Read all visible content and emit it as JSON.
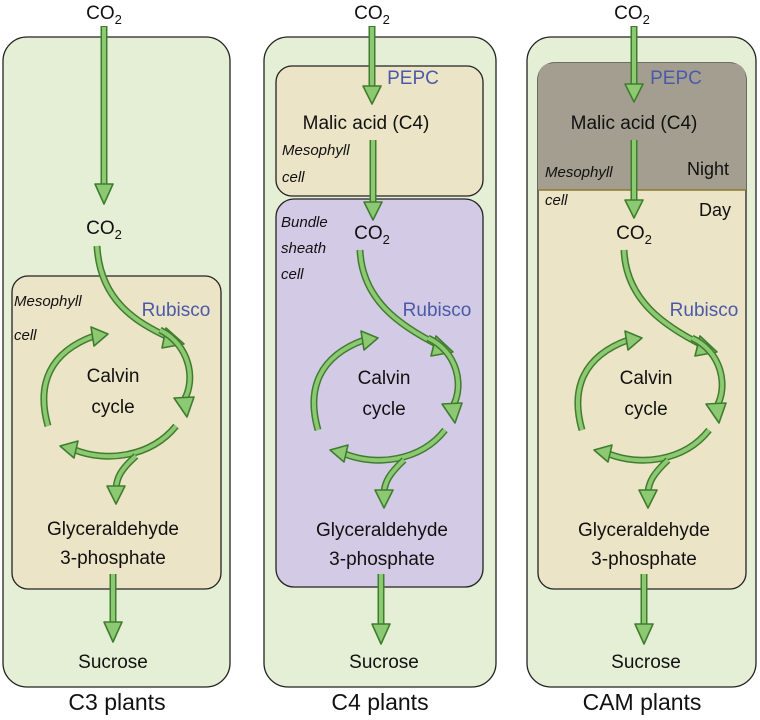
{
  "colors": {
    "outer_cell": "#e4efd6",
    "inner_yellow": "#ece4c6",
    "bundle_sheath": "#d3cbe6",
    "night": "#a39e90",
    "arrow_fill": "#8dc873",
    "arrow_stroke": "#3f7d2e",
    "enzyme_text": "#4a5aa8"
  },
  "panels": {
    "c3": {
      "co2_top": "CO",
      "co2_mid": "CO",
      "co2_sub": "2",
      "mesophyll_1": "Mesophyll",
      "mesophyll_2": "cell",
      "rubisco": "Rubisco",
      "calvin_1": "Calvin",
      "calvin_2": "cycle",
      "product_1": "Glyceraldehyde",
      "product_2": "3-phosphate",
      "sucrose": "Sucrose",
      "title": "C3 plants"
    },
    "c4": {
      "co2_top": "CO",
      "co2_mid": "CO",
      "co2_sub": "2",
      "pepc": "PEPC",
      "malic": "Malic acid (C4)",
      "mesophyll_1": "Mesophyll",
      "mesophyll_2": "cell",
      "bundle_1": "Bundle",
      "bundle_2": "sheath",
      "bundle_3": "cell",
      "rubisco": "Rubisco",
      "calvin_1": "Calvin",
      "calvin_2": "cycle",
      "product_1": "Glyceraldehyde",
      "product_2": "3-phosphate",
      "sucrose": "Sucrose",
      "title": "C4 plants"
    },
    "cam": {
      "co2_top": "CO",
      "co2_mid": "CO",
      "co2_sub": "2",
      "pepc": "PEPC",
      "malic": "Malic acid (C4)",
      "night": "Night",
      "day": "Day",
      "mesophyll_1": "Mesophyll",
      "mesophyll_2": "cell",
      "rubisco": "Rubisco",
      "calvin_1": "Calvin",
      "calvin_2": "cycle",
      "product_1": "Glyceraldehyde",
      "product_2": "3-phosphate",
      "sucrose": "Sucrose",
      "title": "CAM plants"
    }
  }
}
